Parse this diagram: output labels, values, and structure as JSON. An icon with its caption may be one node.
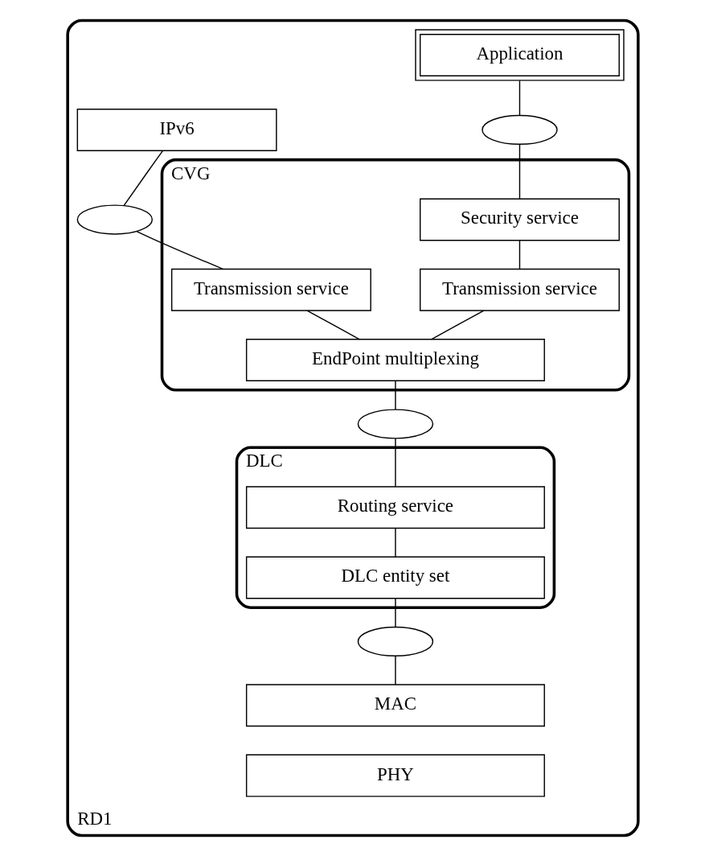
{
  "diagram": {
    "nodes": [
      {
        "text": [
          "RD1"
        ]
      },
      {
        "text": [
          "Application"
        ],
        "in": 0
      },
      {
        "text": [
          "IPv6"
        ],
        "in": 0
      },
      {
        "text": [],
        "shape": "ellipse",
        "in": 0
      },
      {
        "text": [],
        "shape": "ellipse",
        "in": 0
      },
      {
        "text": [
          "CVG"
        ],
        "in": 0
      },
      {
        "text": [
          "Security service"
        ],
        "in": 5
      },
      {
        "text": [
          "Transmission service"
        ],
        "in": 5
      },
      {
        "text": [
          "Transmission service"
        ],
        "in": 5
      },
      {
        "text": [
          "EndPoint multiplexing"
        ],
        "in": 5
      },
      {
        "text": [],
        "shape": "ellipse",
        "in": 0
      },
      {
        "text": [
          "DLC"
        ],
        "in": 0
      },
      {
        "text": [
          "Routing service"
        ],
        "in": 11
      },
      {
        "text": [
          "DLC entity set"
        ],
        "in": 11
      },
      {
        "text": [],
        "shape": "ellipse",
        "in": 0
      },
      {
        "text": [
          "MAC"
        ],
        "in": 0
      },
      {
        "text": [
          "PHY"
        ],
        "in": 0
      }
    ],
    "edges": [
      {
        "from": 1,
        "to": 3,
        "arrow": "none"
      },
      {
        "from": 3,
        "to": 6,
        "arrow": "none"
      },
      {
        "from": 6,
        "to": 7,
        "arrow": "none"
      },
      {
        "from": 7,
        "to": 9,
        "arrow": "none"
      },
      {
        "from": 2,
        "to": 4,
        "arrow": "none"
      },
      {
        "from": 4,
        "to": 8,
        "arrow": "none"
      },
      {
        "from": 8,
        "to": 9,
        "arrow": "none"
      },
      {
        "from": 9,
        "to": 10,
        "arrow": "none"
      },
      {
        "from": 10,
        "to": 12,
        "arrow": "none"
      },
      {
        "from": 12,
        "to": 13,
        "arrow": "none"
      },
      {
        "from": 13,
        "to": 14,
        "arrow": "none"
      },
      {
        "from": 14,
        "to": 15,
        "arrow": "none"
      }
    ]
  }
}
